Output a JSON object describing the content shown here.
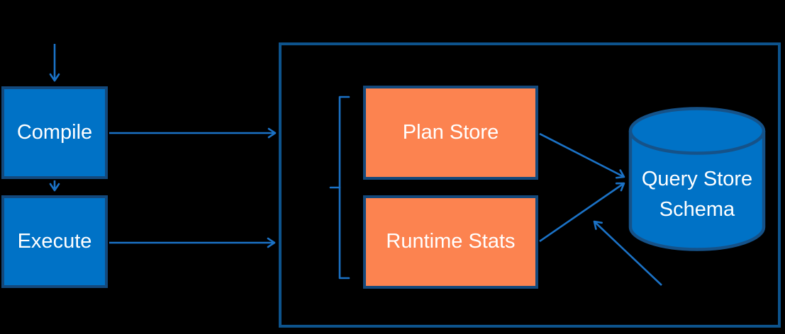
{
  "diagram": {
    "title": "Query Store architecture diagram",
    "background_color": "#000000",
    "colors": {
      "node_blue_fill": "#0072C6",
      "node_border": "#14497C",
      "outer_box_border": "#0D538C",
      "orange_fill": "#FC8350",
      "connector_blue": "#1B72C6",
      "cylinder_fill": "#0072C6",
      "cylinder_stroke": "#155289",
      "label_text": "#FFFFFF"
    },
    "nodes": {
      "compile": {
        "label": "Compile"
      },
      "execute": {
        "label": "Execute"
      },
      "plan_store": {
        "label": "Plan Store"
      },
      "runtime_stats": {
        "label": "Runtime Stats"
      },
      "query_store_schema": {
        "label_line1": "Query Store",
        "label_line2": "Schema"
      }
    },
    "connectors": [
      {
        "name": "incoming-query-arrow",
        "from": "top",
        "to": "compile"
      },
      {
        "name": "compile-to-execute-arrow",
        "from": "compile",
        "to": "execute"
      },
      {
        "name": "compile-to-query-store-arrow",
        "from": "compile",
        "to": "query-store-boundary"
      },
      {
        "name": "execute-to-query-store-arrow",
        "from": "execute",
        "to": "query-store-boundary"
      },
      {
        "name": "plan-store-to-schema-arrow",
        "from": "plan_store",
        "to": "query_store_schema"
      },
      {
        "name": "runtime-stats-to-schema-arrow",
        "from": "runtime_stats",
        "to": "query_store_schema"
      },
      {
        "name": "async-write-arrow",
        "from": "bottom-right",
        "to": "query_store_schema"
      }
    ]
  }
}
